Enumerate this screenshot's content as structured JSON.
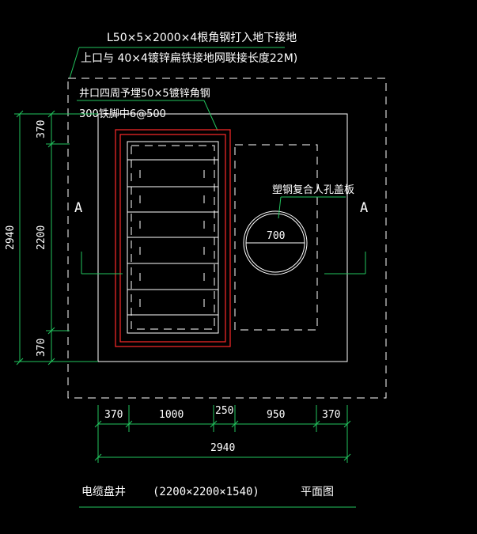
{
  "colors": {
    "background": "#000000",
    "linework": "#ffffff",
    "dimension": "#22c55e",
    "frame": "#ff2a2a"
  },
  "notes": {
    "line1": "L50×5×2000×4根角钢打入地下接地",
    "line2": "上口与 40×4镀锌扁铁接地网联接长度22M)",
    "line3": "井口四周予埋50×5镀锌角钢",
    "line4": "300铁脚中6@500",
    "cover_label": "塑钢复合人孔盖板"
  },
  "section_marks": {
    "left": "A",
    "right": "A"
  },
  "manhole_diameter": "700",
  "dimensions": {
    "vertical_total": "2940",
    "vertical_parts": [
      "370",
      "2200",
      "370"
    ],
    "horizontal_parts": [
      "370",
      "1000",
      "250",
      "950",
      "370"
    ],
    "horizontal_total": "2940"
  },
  "title_block": {
    "name": "电缆盘井",
    "size": "(2200×2200×1540)",
    "view": "平面图"
  }
}
